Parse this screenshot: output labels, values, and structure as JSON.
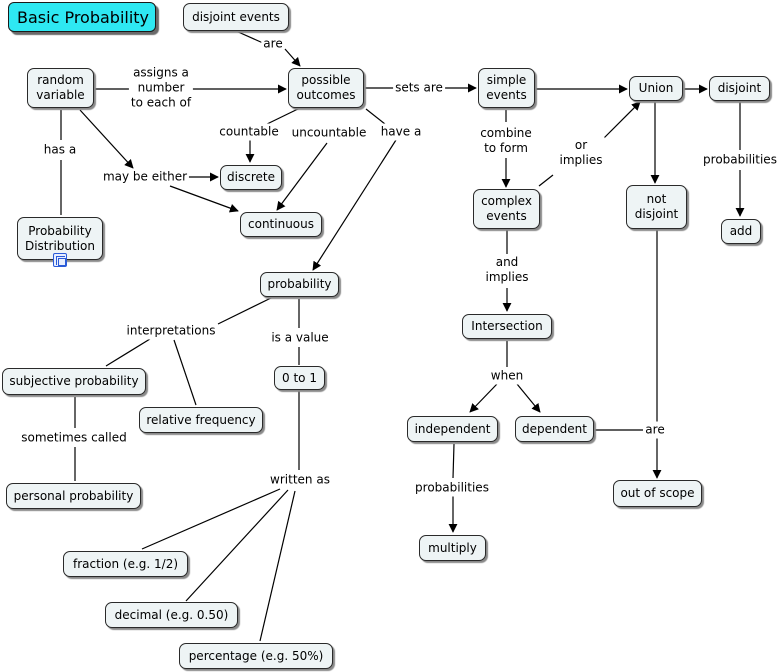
{
  "title": "Basic Probability",
  "nodes": {
    "disjoint_events": "disjoint events",
    "random_variable": "random\nvariable",
    "possible_outcomes": "possible\noutcomes",
    "simple_events": "simple\nevents",
    "union": "Union",
    "disjoint": "disjoint",
    "discrete": "discrete",
    "continuous": "continuous",
    "complex_events": "complex\nevents",
    "not_disjoint": "not\ndisjoint",
    "add": "add",
    "probability_distribution": "Probability\nDistribution",
    "probability": "probability",
    "intersection": "Intersection",
    "subjective_probability": "subjective probability",
    "relative_frequency": "relative frequency",
    "zero_to_one": "0 to 1",
    "independent": "independent",
    "dependent": "dependent",
    "personal_probability": "personal probability",
    "out_of_scope": "out of scope",
    "multiply": "multiply",
    "fraction": "fraction (e.g. 1/2)",
    "decimal": "decimal (e.g. 0.50)",
    "percentage": "percentage (e.g. 50%)"
  },
  "links": {
    "are_1": "are",
    "assigns": "assigns a\nnumber\nto each of",
    "sets_are": "sets are",
    "countable": "countable",
    "uncountable": "uncountable",
    "have_a": "have a",
    "has_a": "has a",
    "may_be_either": "may be either",
    "combine": "combine\nto form",
    "or_implies": "or\nimplies",
    "probabilities_1": "probabilities",
    "interpretations": "interpretations",
    "is_a_value": "is a value",
    "and_implies": "and\nimplies",
    "when": "when",
    "sometimes_called": "sometimes called",
    "are_2": "are",
    "written_as": "written as",
    "probabilities_2": "probabilities"
  }
}
